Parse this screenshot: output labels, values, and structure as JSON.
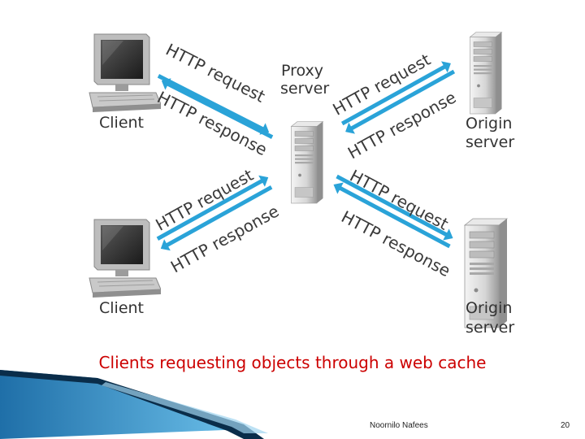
{
  "diagram": {
    "nodes": {
      "client_top": "Client",
      "client_bottom": "Client",
      "proxy_line1": "Proxy",
      "proxy_line2": "server",
      "origin_top_line1": "Origin",
      "origin_top_line2": "server",
      "origin_bottom_line1": "Origin",
      "origin_bottom_line2": "server"
    },
    "arrows": {
      "tl_request": "HTTP request",
      "tl_response": "HTTP response",
      "tr_request": "HTTP request",
      "tr_response": "HTTP response",
      "bl_request": "HTTP request",
      "bl_response": "HTTP response",
      "br_request": "HTTP request",
      "br_response": "HTTP response"
    }
  },
  "caption": "Clients requesting objects through a web cache",
  "footer": {
    "author": "Noornilo Nafees",
    "page_number": "20"
  },
  "colors": {
    "arrow": "#2aa3d8",
    "caption": "#cc0000",
    "slide_accent": "#2a8fc9"
  },
  "icons": [
    "desktop-computer-icon",
    "tower-server-icon"
  ]
}
